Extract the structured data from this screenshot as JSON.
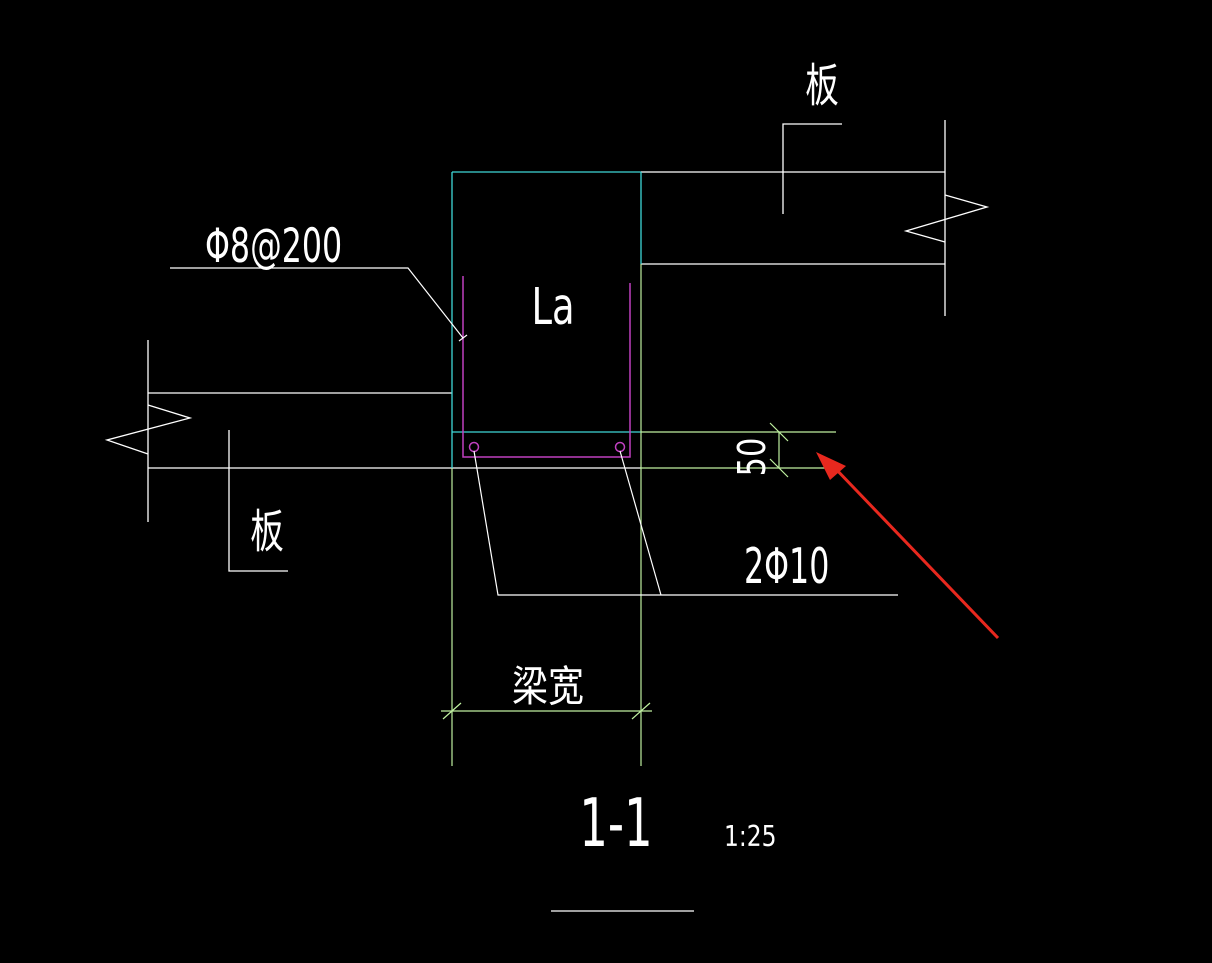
{
  "labels": {
    "slab_top": "板",
    "slab_left": "板",
    "stirrup": "Φ8@200",
    "anchorage": "La",
    "cover": "50",
    "bottom_bars": "2Φ10",
    "beam_width": "梁宽",
    "section_title": "1-1",
    "scale": "1:25"
  },
  "colors": {
    "background": "#000000",
    "white": "#ffffff",
    "cyan": "#3fd7d7",
    "green": "#bff0a0",
    "magenta": "#c040c0",
    "annotation_arrow": "#e8281e"
  }
}
